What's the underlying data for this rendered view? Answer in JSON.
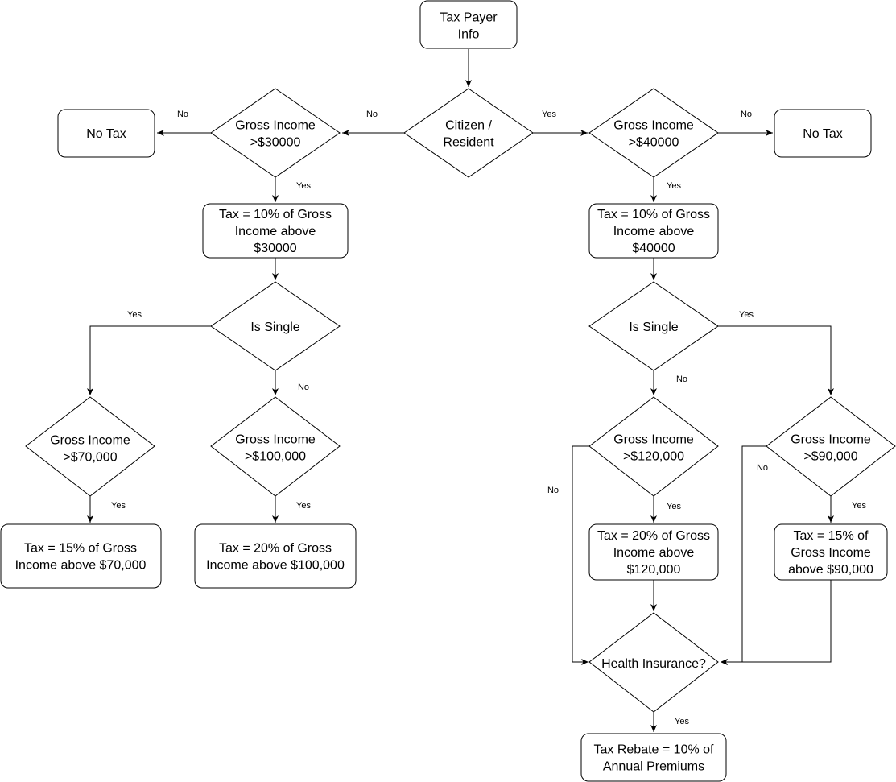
{
  "nodes": {
    "tax_payer_info": [
      "Tax Payer",
      "Info"
    ],
    "citizen_resident": [
      "Citizen /",
      "Resident"
    ],
    "left_gross_30000": [
      "Gross Income",
      ">$30000"
    ],
    "left_no_tax": [
      "No Tax"
    ],
    "right_gross_40000": [
      "Gross Income",
      ">$40000"
    ],
    "right_no_tax": [
      "No Tax"
    ],
    "left_tax_10": [
      "Tax = 10% of Gross",
      "Income above",
      "$30000"
    ],
    "right_tax_10": [
      "Tax = 10% of Gross",
      "Income above",
      "$40000"
    ],
    "left_is_single": [
      "Is Single"
    ],
    "right_is_single": [
      "Is Single"
    ],
    "gross_70000": [
      "Gross Income",
      ">$70,000"
    ],
    "gross_100000": [
      "Gross Income",
      ">$100,000"
    ],
    "tax_15_70000": [
      "Tax = 15% of Gross",
      "Income above $70,000"
    ],
    "tax_20_100000": [
      "Tax = 20% of Gross",
      "Income above $100,000"
    ],
    "gross_120000": [
      "Gross Income",
      ">$120,000"
    ],
    "gross_90000": [
      "Gross Income",
      ">$90,000"
    ],
    "tax_20_120000": [
      "Tax = 20% of Gross",
      "Income above",
      "$120,000"
    ],
    "tax_15_90000": [
      "Tax = 15% of",
      "Gross Income",
      "above $90,000"
    ],
    "health_insurance": [
      "Health Insurance?"
    ],
    "tax_rebate": [
      "Tax Rebate = 10% of",
      "Annual Premiums"
    ]
  },
  "edge_labels": {
    "citizen_no": "No",
    "citizen_yes": "Yes",
    "left_30000_no": "No",
    "left_30000_yes": "Yes",
    "right_40000_no": "No",
    "right_40000_yes": "Yes",
    "left_single_yes": "Yes",
    "left_single_no": "No",
    "gross_70000_yes": "Yes",
    "gross_100000_yes": "Yes",
    "right_single_no": "No",
    "right_single_yes": "Yes",
    "gross_120000_no": "No",
    "gross_120000_yes": "Yes",
    "gross_90000_no": "No",
    "gross_90000_yes": "Yes",
    "health_yes": "Yes"
  }
}
